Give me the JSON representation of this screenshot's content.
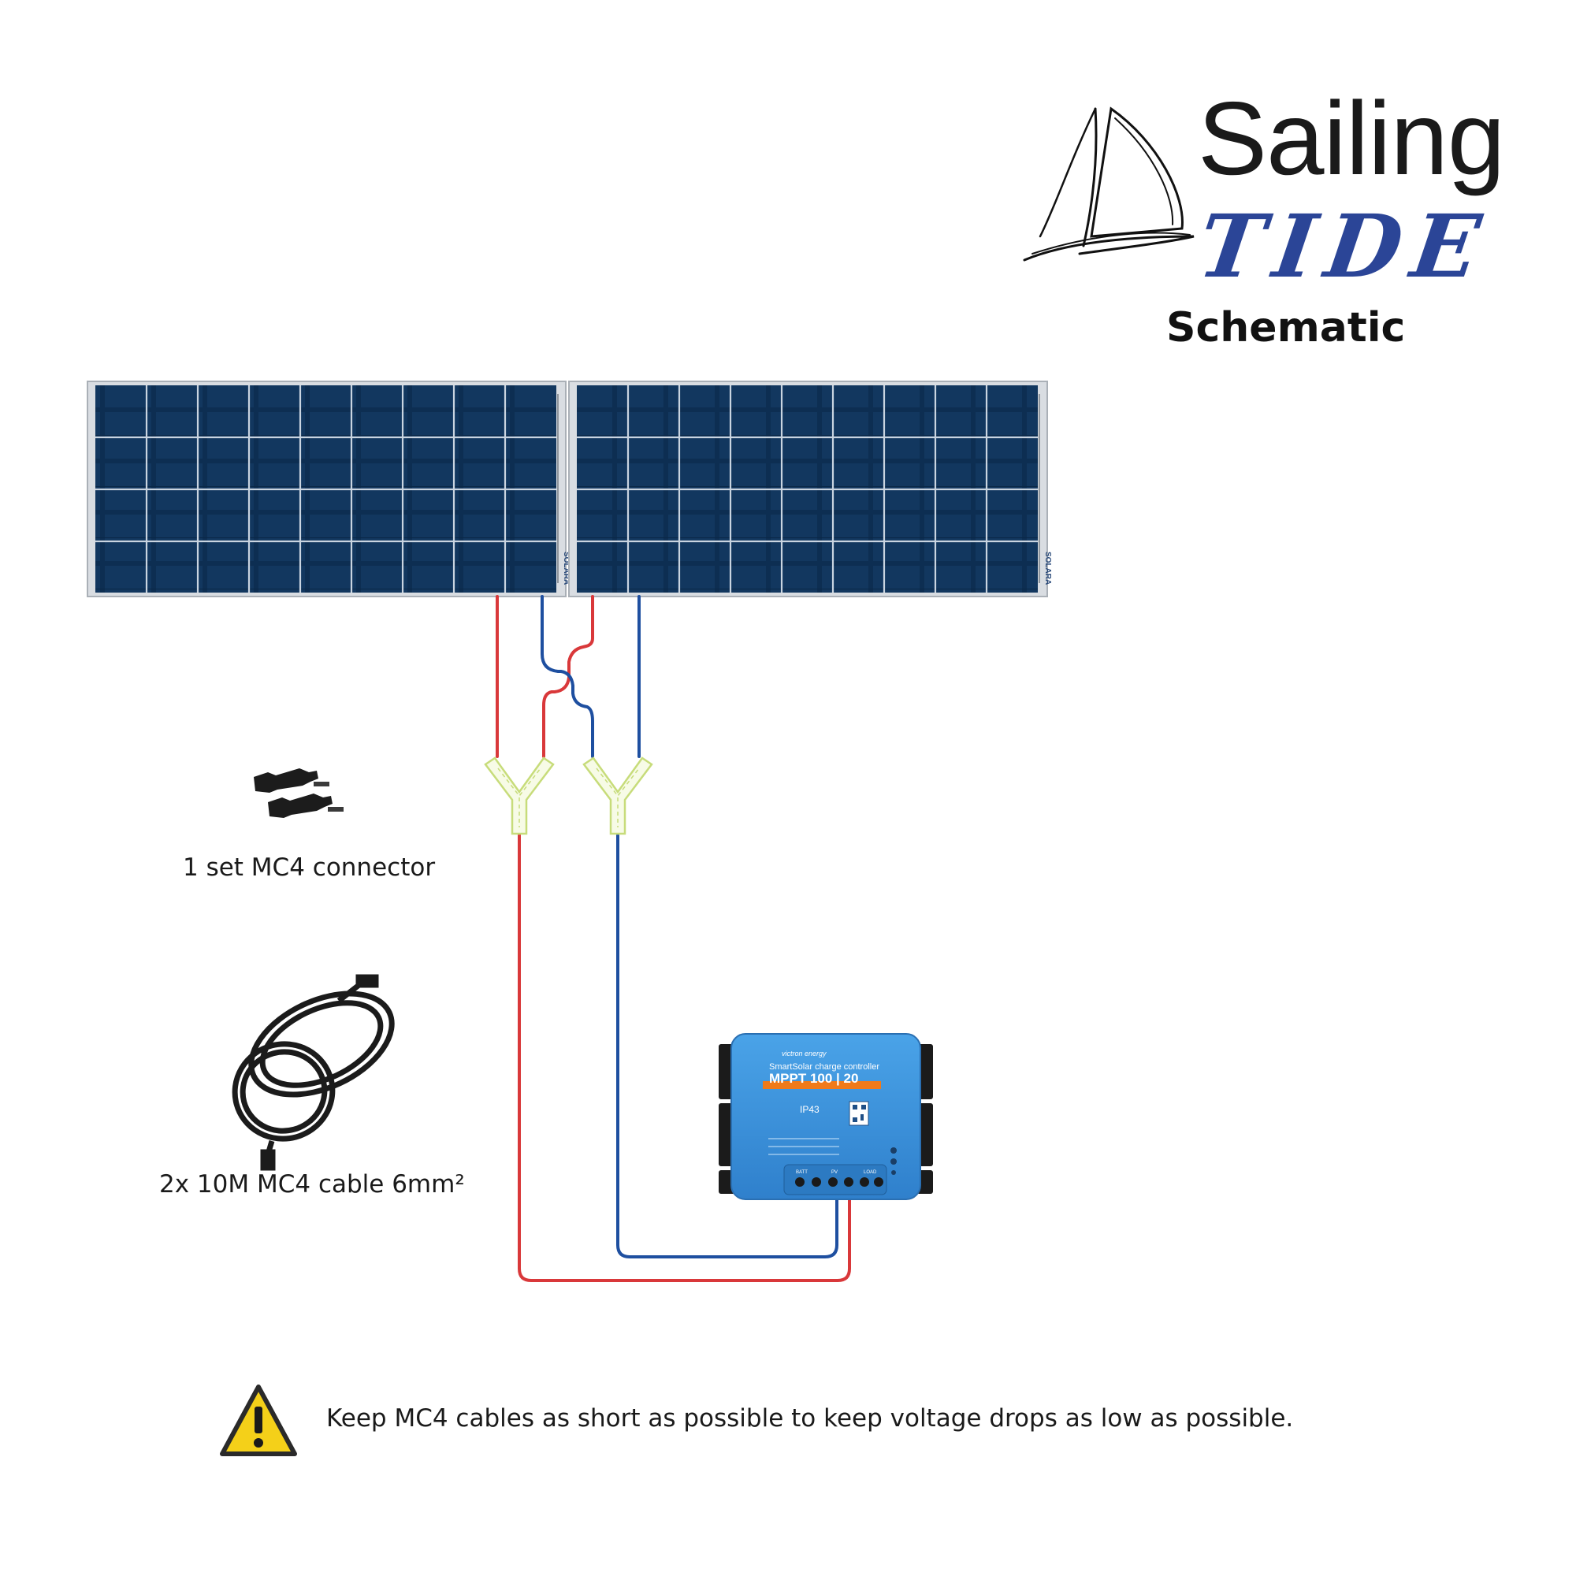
{
  "brand": {
    "line1": "Sailing",
    "line2": "TIDE",
    "accent_color": "#2b4597"
  },
  "title": "Schematic",
  "panels": [
    {
      "brand_mark": "SOLARA"
    },
    {
      "brand_mark": "SOLARA"
    }
  ],
  "wiring": {
    "positive_color": "#d9383a",
    "negative_color": "#1e4fa0",
    "y_connector_color": "#c7dc7a"
  },
  "controller": {
    "brand": "victron energy",
    "product_line": "SmartSolar charge controller",
    "model": "MPPT 100 | 20",
    "ip_rating": "IP43",
    "terminal_labels": [
      "BATT",
      "PV",
      "LOAD"
    ],
    "color": "#3a8fd8"
  },
  "items": [
    {
      "label": "1 set MC4 connector",
      "icon": "mc4-connector-icon"
    },
    {
      "label": "2x 10M MC4 cable 6mm²",
      "icon": "cable-coil-icon"
    }
  ],
  "warning": {
    "icon": "warning-triangle-icon",
    "text": "Keep MC4 cables as short as possible to keep voltage drops as low as possible.",
    "color": "#f4d019"
  }
}
